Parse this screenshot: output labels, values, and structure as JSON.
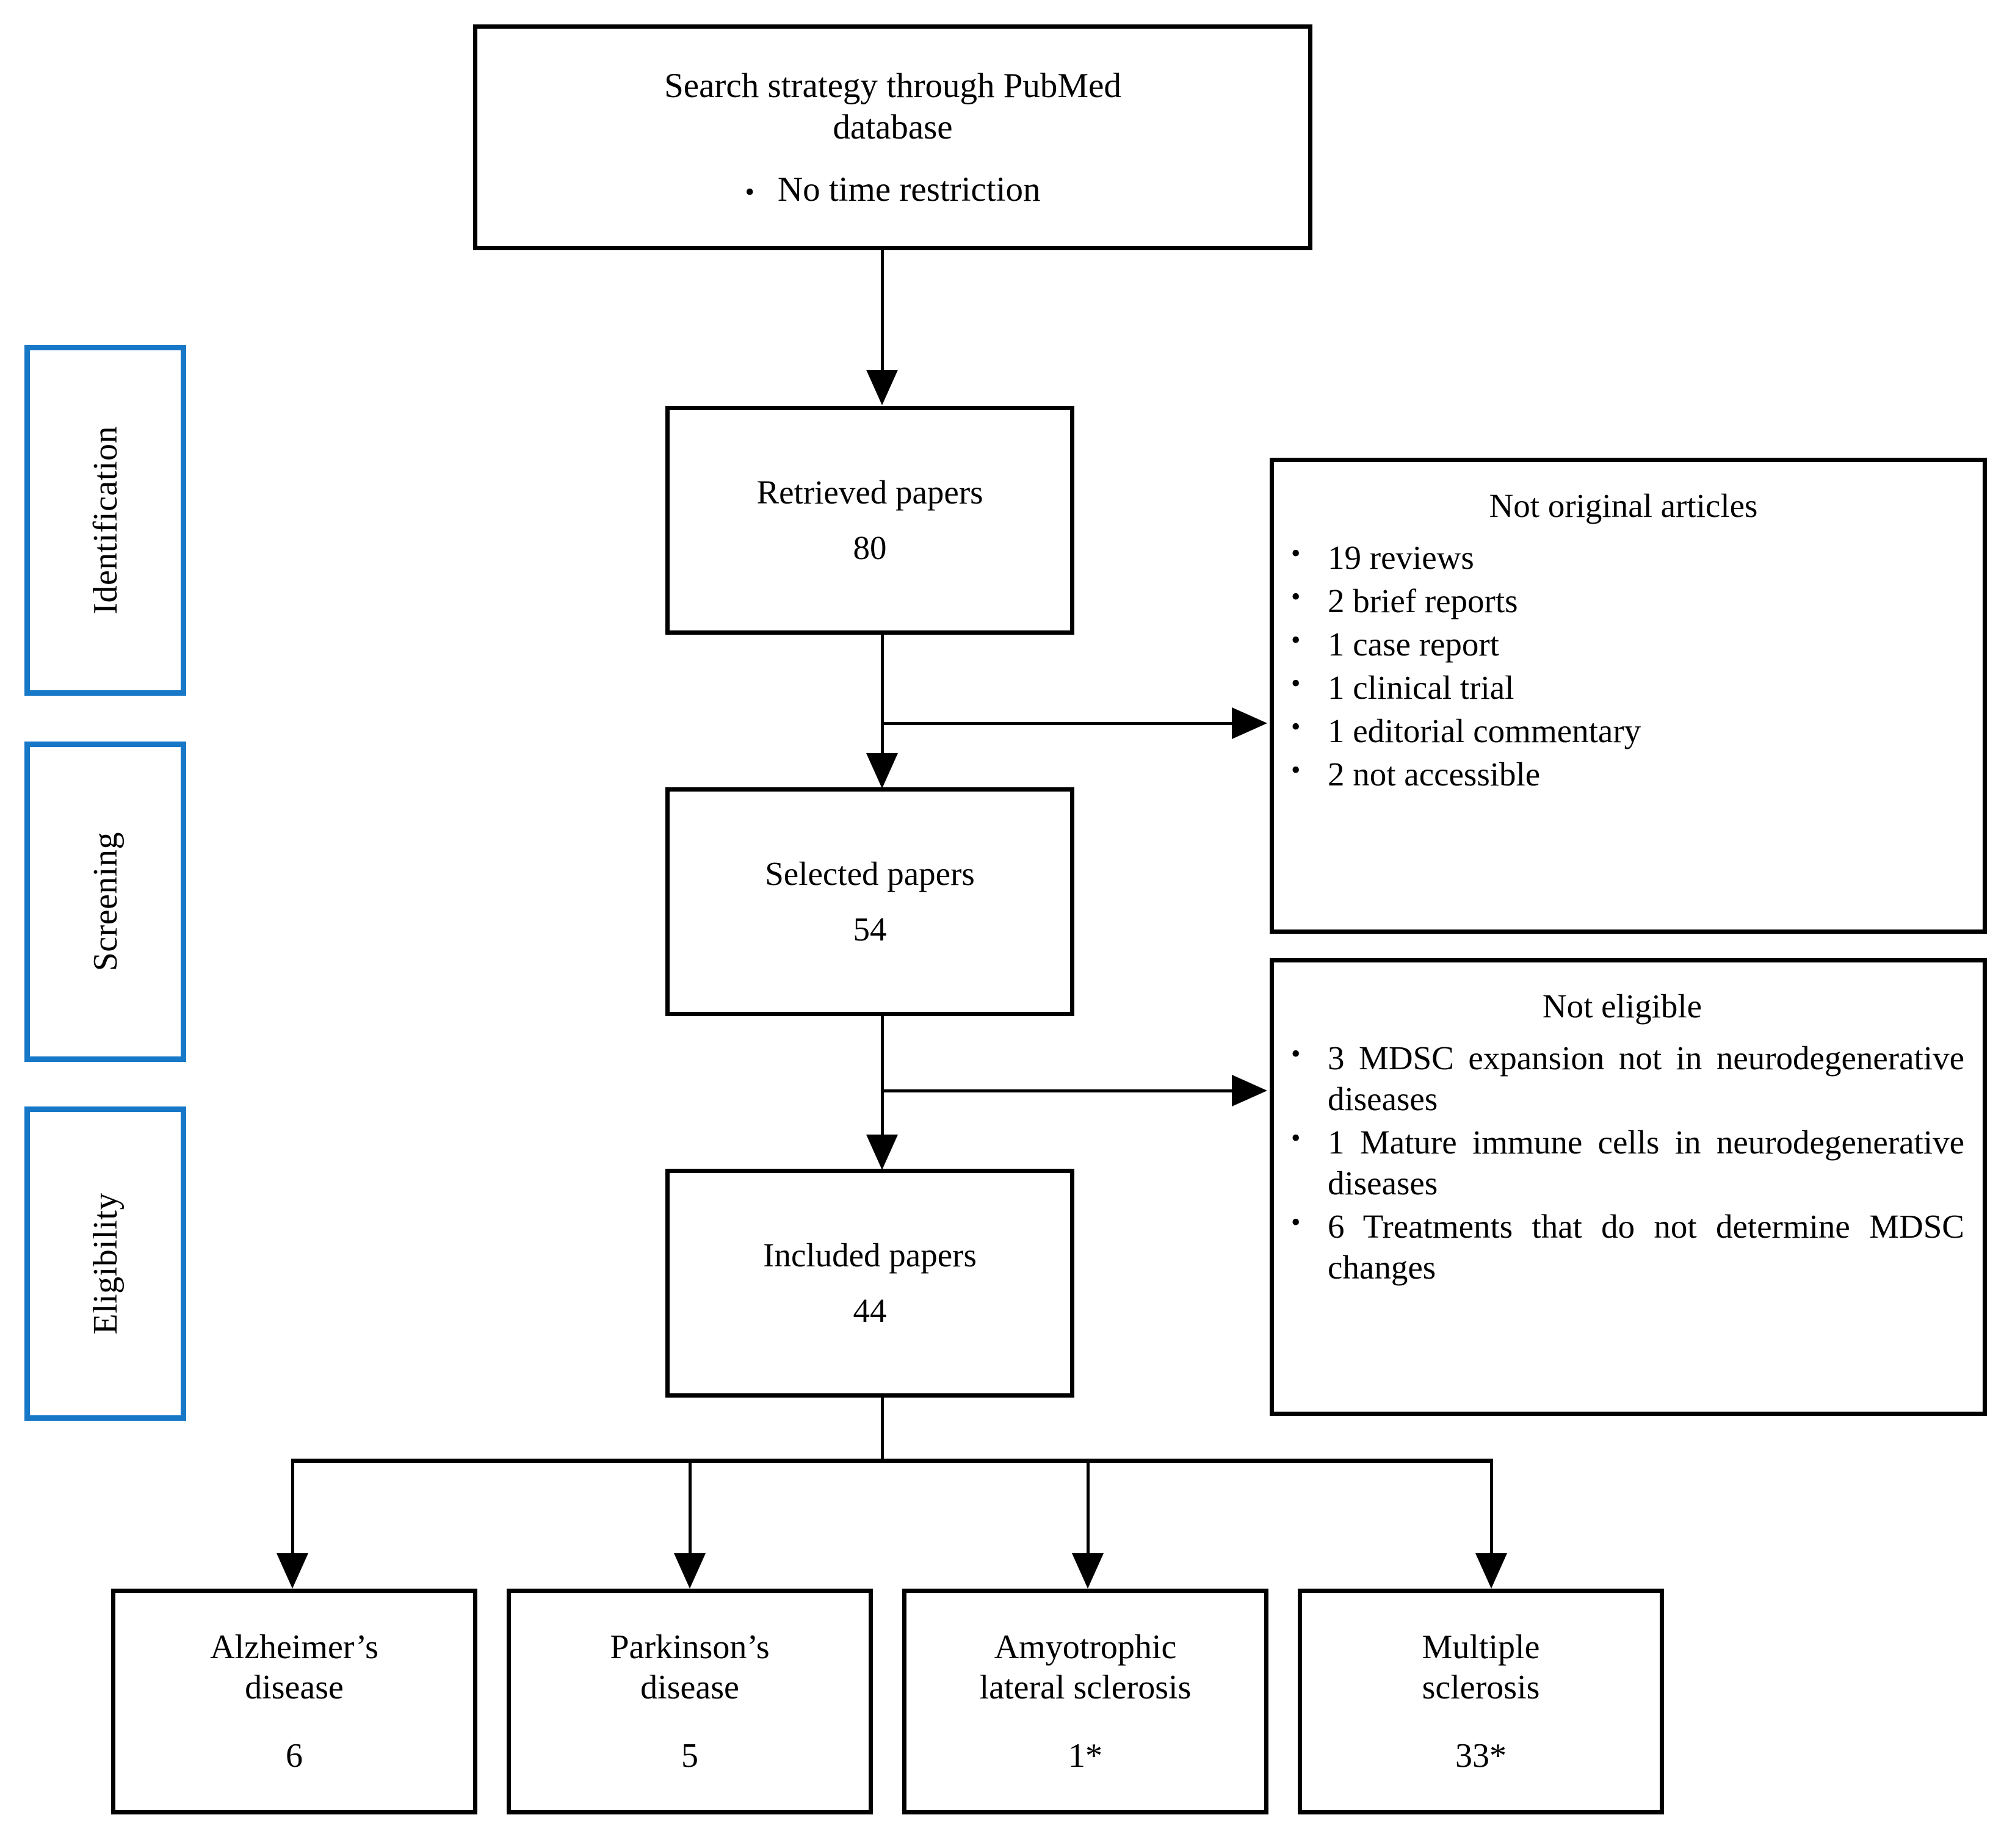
{
  "diagram": {
    "title": "PRISMA study-selection flow diagram",
    "accent_blue": "#1878C8",
    "line_color": "#000000",
    "background": "#ffffff"
  },
  "stage_labels": [
    {
      "id": "identification",
      "label": "Identification"
    },
    {
      "id": "screening",
      "label": "Screening"
    },
    {
      "id": "eligibility",
      "label": "Eligibility"
    }
  ],
  "flow": {
    "search": {
      "heading_line1": "Search strategy through PubMed",
      "heading_line2": "database",
      "bullet": "No time restriction",
      "bullet_glyph": "•"
    },
    "retrieved": {
      "label": "Retrieved papers",
      "count": "80"
    },
    "selected": {
      "label": "Selected papers",
      "count": "54"
    },
    "included": {
      "label": "Included papers",
      "count": "44"
    }
  },
  "exclusions": [
    {
      "id": "not-original-articles",
      "heading": "Not original articles",
      "items": [
        "19 reviews",
        "2 brief reports",
        "1 case report",
        "1 clinical trial",
        "1 editorial commentary",
        "2 not accessible"
      ]
    },
    {
      "id": "not-eligible",
      "heading": "Not eligible",
      "items": [
        "3 MDSC expansion not in neurodegenerative diseases",
        "1 Mature immune cells in neurodegenerative diseases",
        "6 Treatments that do not determine MDSC changes"
      ]
    }
  ],
  "outcomes": [
    {
      "id": "alzheimers",
      "line1": "Alzheimer’s",
      "line2": "disease",
      "count": "6"
    },
    {
      "id": "parkinsons",
      "line1": "Parkinson’s",
      "line2": "disease",
      "count": "5"
    },
    {
      "id": "als",
      "line1": "Amyotrophic",
      "line2": "lateral sclerosis",
      "count": "1*"
    },
    {
      "id": "ms",
      "line1": "Multiple",
      "line2": "sclerosis",
      "count": "33*"
    }
  ]
}
